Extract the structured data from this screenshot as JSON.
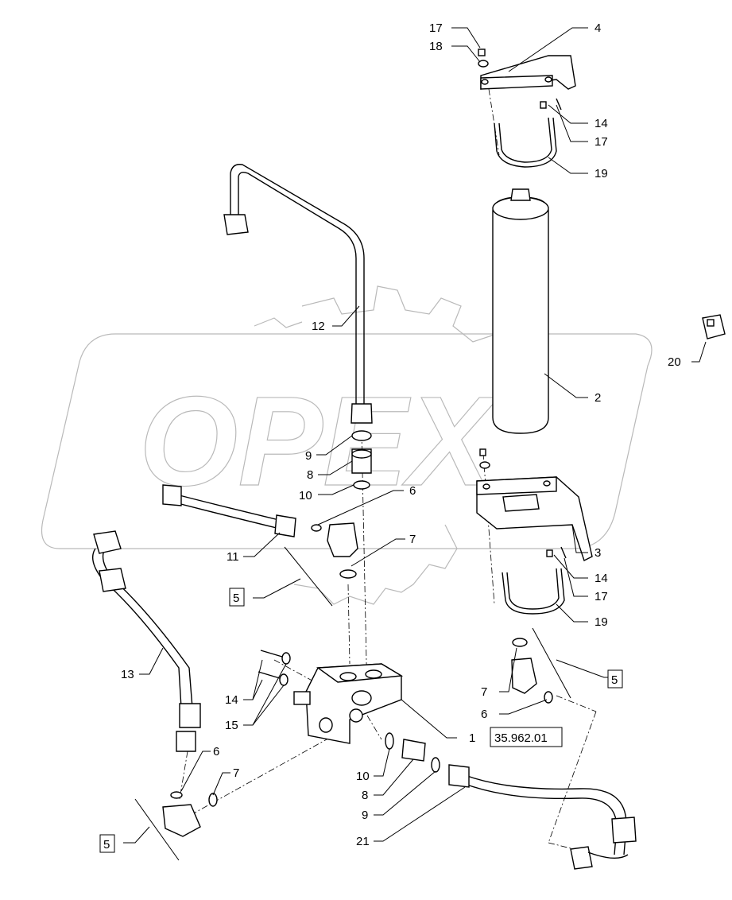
{
  "watermark": {
    "text": "OPEX"
  },
  "labels": {
    "l17a": "17",
    "l18": "18",
    "l4": "4",
    "l14a": "14",
    "l17b": "17",
    "l19a": "19",
    "l12": "12",
    "l2": "2",
    "l20": "20",
    "l9a": "9",
    "l8a": "8",
    "l10a": "10",
    "l6a": "6",
    "l11": "11",
    "l7a": "7",
    "l5a": "5",
    "l3": "3",
    "l14b": "14",
    "l17c": "17",
    "l19b": "19",
    "l13": "13",
    "l5b": "5",
    "l7b": "7",
    "l6b": "6",
    "l14c": "14",
    "l15": "15",
    "l1": "1",
    "ref": "35.962.01",
    "l10b": "10",
    "l8b": "8",
    "l9b": "9",
    "l21": "21",
    "l6c": "6",
    "l7c": "7",
    "l5c": "5"
  }
}
